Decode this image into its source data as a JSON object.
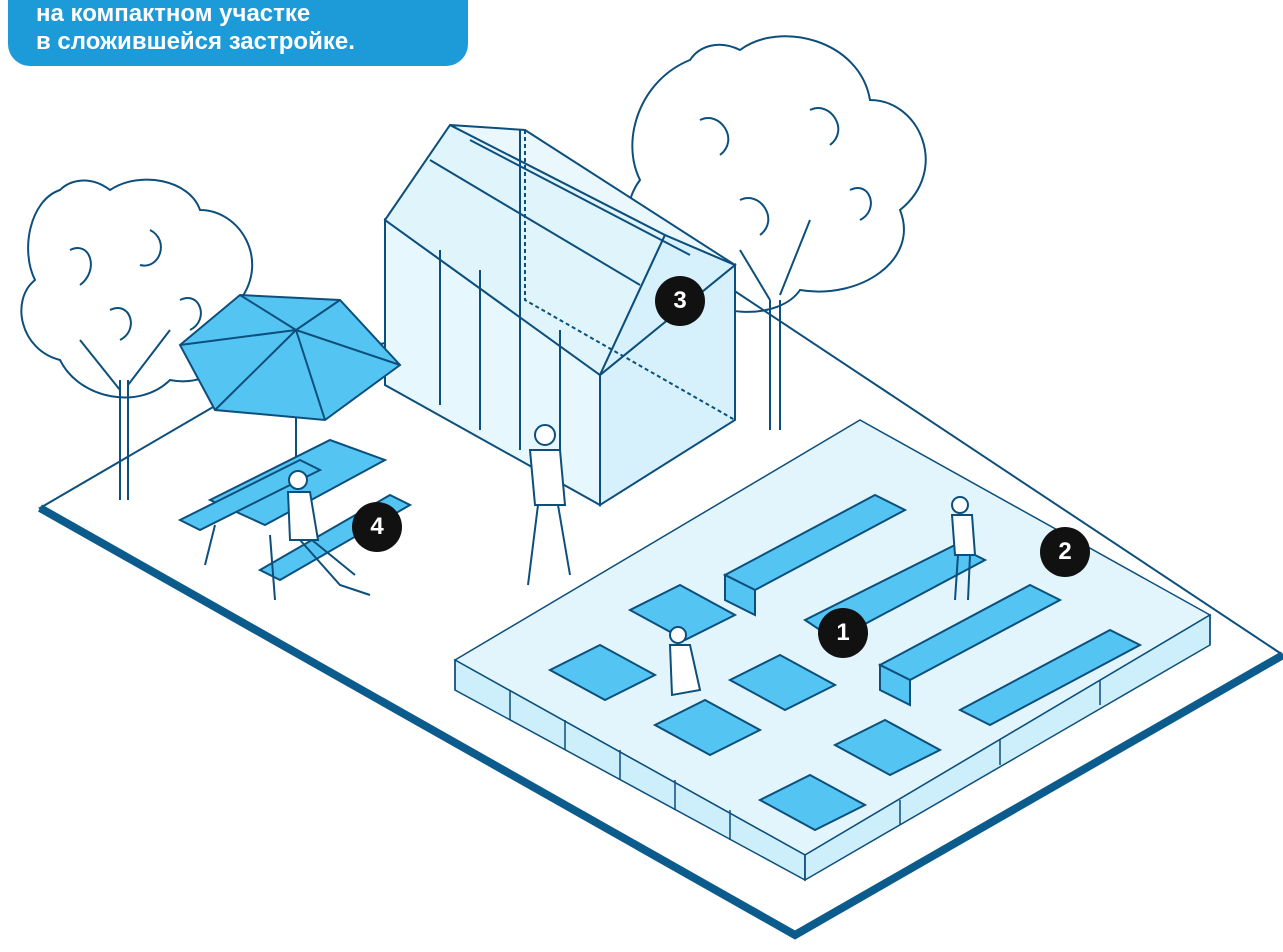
{
  "caption": {
    "line1": "на компактном участке",
    "line2": "в сложившейся застройке."
  },
  "markers": [
    "1",
    "2",
    "3",
    "4"
  ],
  "colors": {
    "accent_blue": "#1d9ad8",
    "dark_blue": "#0b5c8c",
    "line_blue": "#0d4f7c",
    "light_fill": "#cdeefb",
    "bed_fill": "#54c5f3",
    "badge": "#111111"
  }
}
